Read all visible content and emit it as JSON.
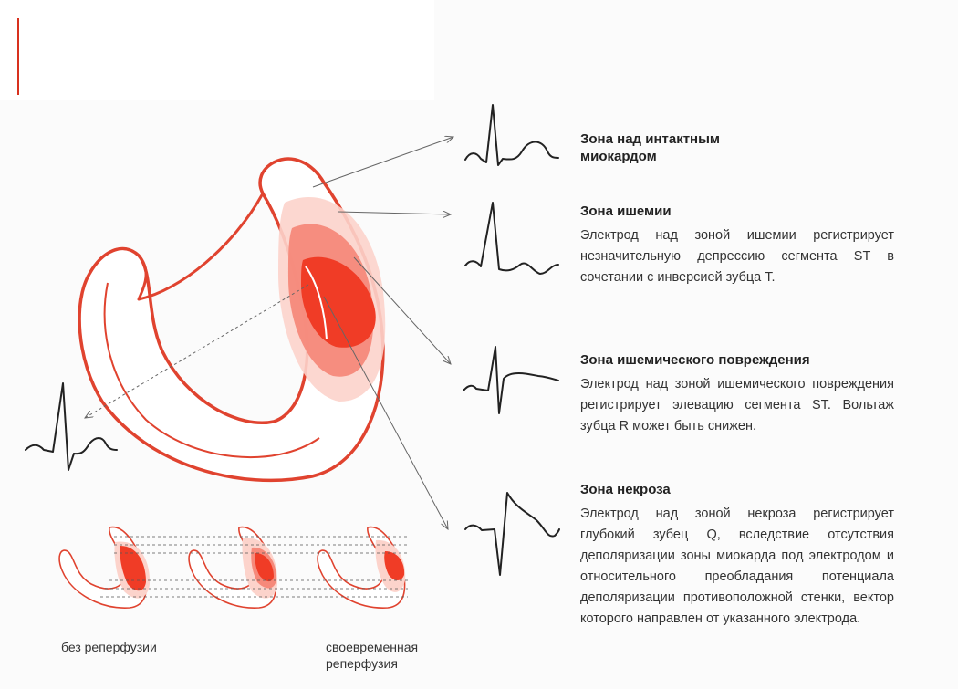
{
  "zones": [
    {
      "title": "Зона над интактным миокардом",
      "text": ""
    },
    {
      "title": "Зона ишемии",
      "text": "Электрод над зоной ишемии регистрирует незначительную депрессию сегмента ST в сочетании с инверсией зубца Т."
    },
    {
      "title": "Зона ишемического повреждения",
      "text": "Электрод над зоной ишемического повреждения регистрирует элевацию сегмента ST. Вольтаж зубца R может быть снижен."
    },
    {
      "title": "Зона некроза",
      "text": "Электрод над зоной некроза регистрирует глубокий зубец Q, вследствие отсутствия деполяризации зоны миокарда под электродом и относительного преобладания потенциала деполяризации противоположной стенки, вектор которого направлен от указанного электрода."
    }
  ],
  "captions": {
    "no_reperfusion": "без реперфузии",
    "timely_reperfusion": "своевременная реперфузия"
  },
  "colors": {
    "wall": "#e0432f",
    "necrosis": "#f03c26",
    "injury": "#f6897a",
    "ischemia": "#fcd3cb",
    "arrow": "#666666",
    "ecg": "#222222"
  }
}
